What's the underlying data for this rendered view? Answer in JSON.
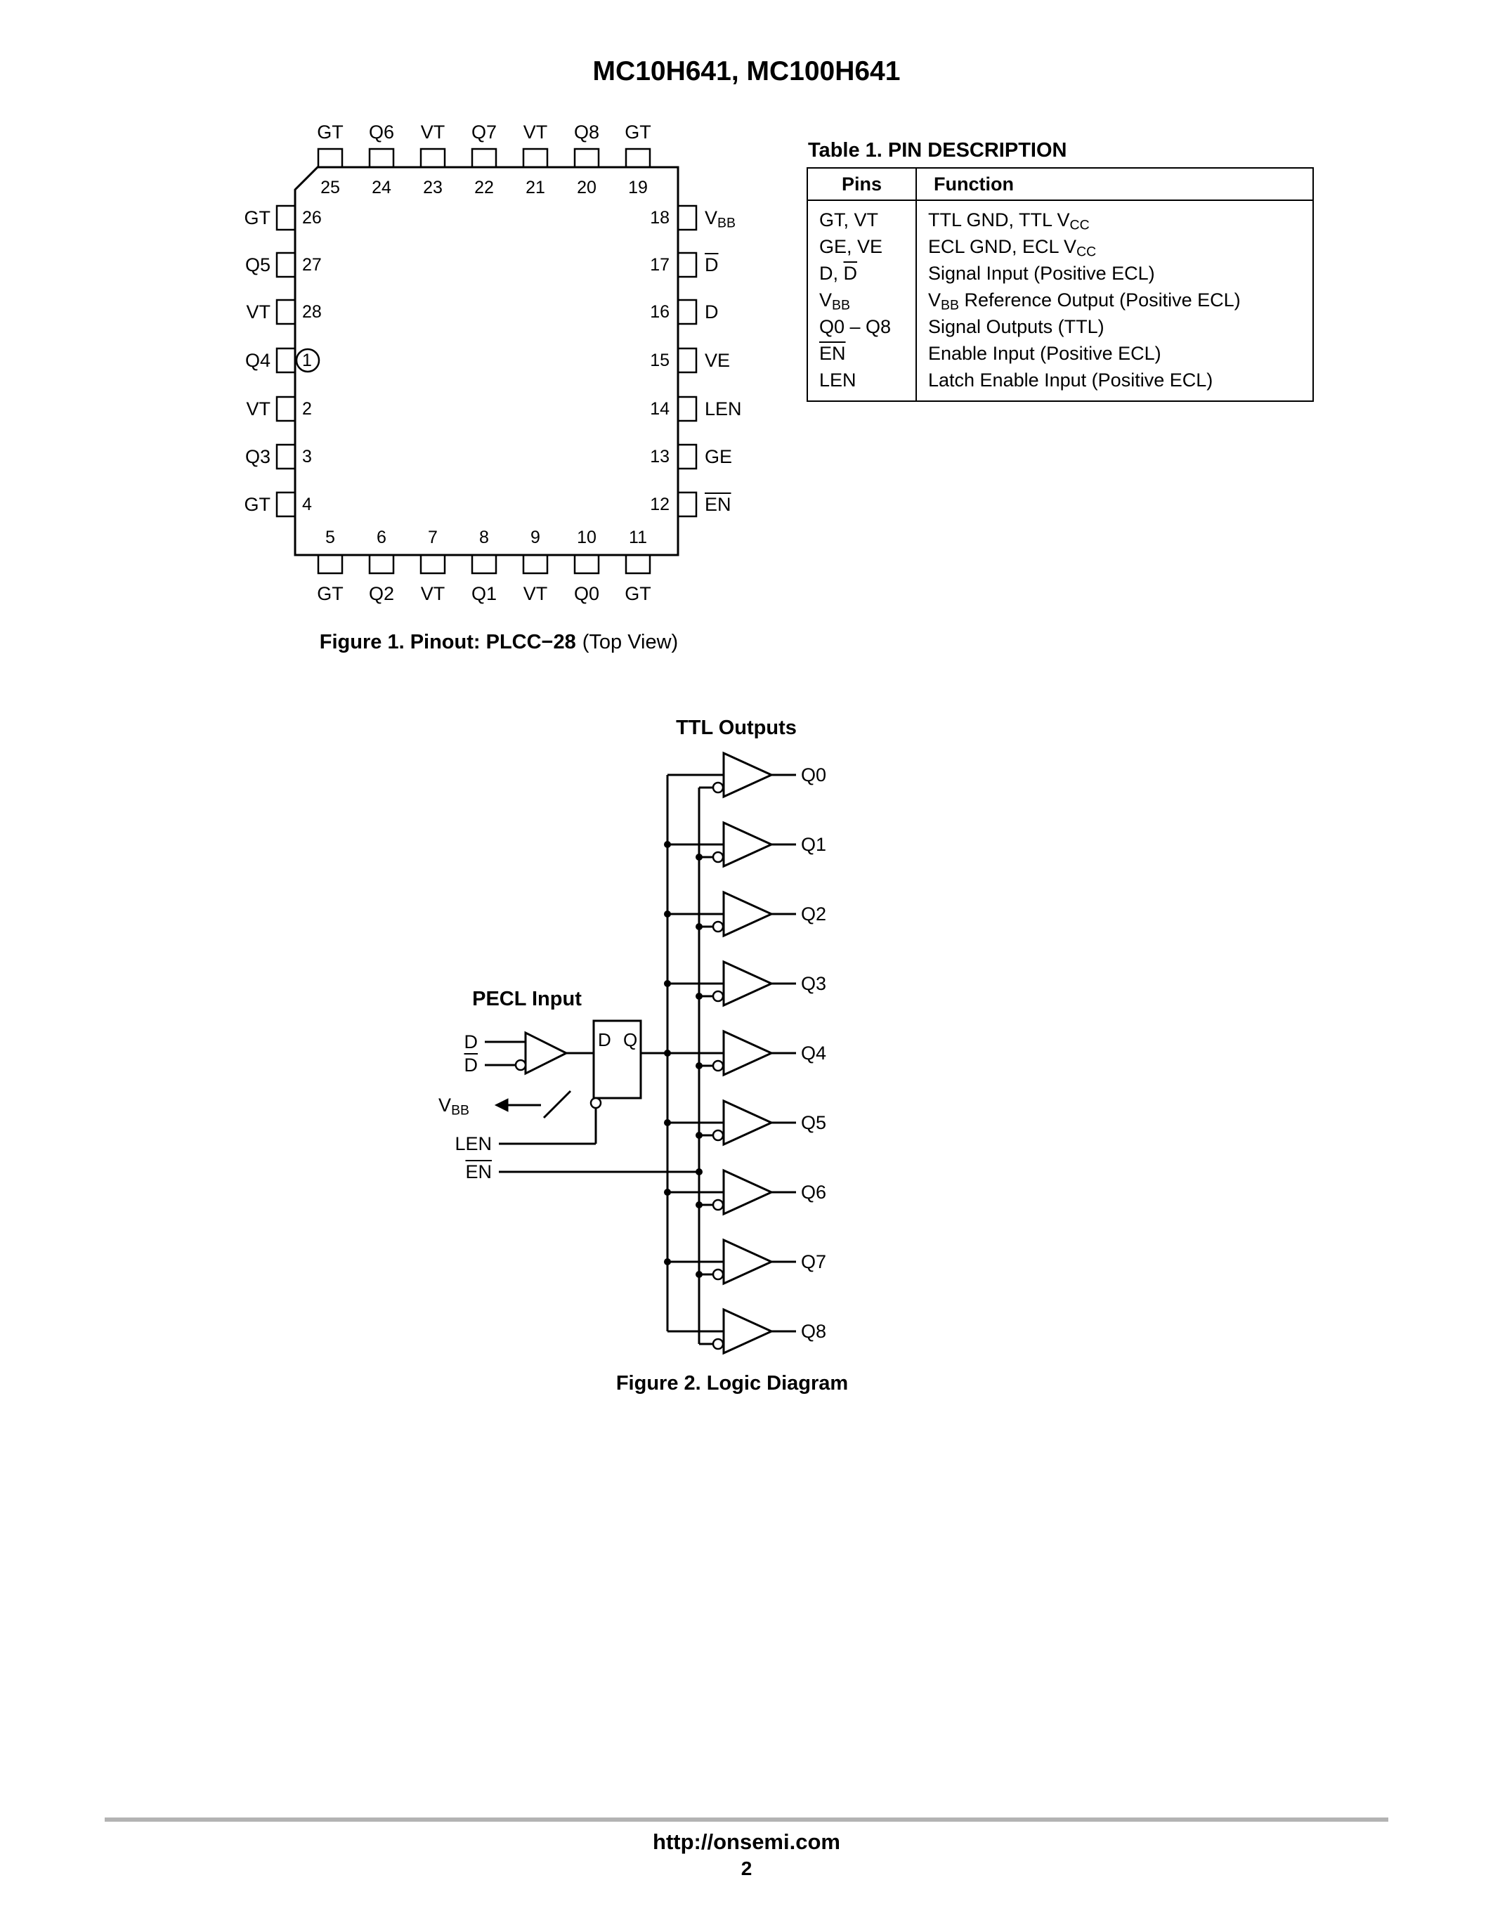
{
  "page": {
    "title": "MC10H641, MC100H641",
    "footer": {
      "url": "http://onsemi.com",
      "page_number": "2"
    }
  },
  "figure1": {
    "caption_bold": "Figure 1. Pinout: PLCC−28",
    "caption_normal": "(Top View)",
    "top_pins": [
      {
        "label": "GT",
        "num": "25"
      },
      {
        "label": "Q6",
        "num": "24"
      },
      {
        "label": "VT",
        "num": "23"
      },
      {
        "label": "Q7",
        "num": "22"
      },
      {
        "label": "VT",
        "num": "21"
      },
      {
        "label": "Q8",
        "num": "20"
      },
      {
        "label": "GT",
        "num": "19"
      }
    ],
    "left_pins": [
      {
        "label": "GT",
        "num": "26"
      },
      {
        "label": "Q5",
        "num": "27"
      },
      {
        "label": "VT",
        "num": "28"
      },
      {
        "label": "Q4",
        "num": "1"
      },
      {
        "label": "VT",
        "num": "2"
      },
      {
        "label": "Q3",
        "num": "3"
      },
      {
        "label": "GT",
        "num": "4"
      }
    ],
    "right_pins": [
      {
        "num": "18",
        "label": "V",
        "label_sub": "BB"
      },
      {
        "num": "17",
        "label": "D",
        "overline": true
      },
      {
        "num": "16",
        "label": "D"
      },
      {
        "num": "15",
        "label": "VE"
      },
      {
        "num": "14",
        "label": "LEN"
      },
      {
        "num": "13",
        "label": "GE"
      },
      {
        "num": "12",
        "label": "EN",
        "overline": true
      }
    ],
    "bottom_pins": [
      {
        "num": "5",
        "label": "GT"
      },
      {
        "num": "6",
        "label": "Q2"
      },
      {
        "num": "7",
        "label": "VT"
      },
      {
        "num": "8",
        "label": "Q1"
      },
      {
        "num": "9",
        "label": "VT"
      },
      {
        "num": "10",
        "label": "Q0"
      },
      {
        "num": "11",
        "label": "GT"
      }
    ]
  },
  "table1": {
    "title": "Table 1. PIN DESCRIPTION",
    "headers": {
      "pins": "Pins",
      "function": "Function"
    },
    "rows": [
      {
        "pins": "GT, VT",
        "func": "TTL GND, TTL V",
        "func_sub": "CC"
      },
      {
        "pins": "GE, VE",
        "func": "ECL GND, ECL V",
        "func_sub": "CC"
      },
      {
        "pins": "D, ",
        "pins_over": "D",
        "func": "Signal Input (Positive ECL)"
      },
      {
        "pins": "V",
        "pins_sub": "BB",
        "func": "V",
        "func_sub": "BB",
        "func_post": " Reference Output (Positive ECL)"
      },
      {
        "pins": "Q0 – Q8",
        "func": "Signal Outputs (TTL)"
      },
      {
        "pins_over": "EN",
        "func": "Enable Input (Positive ECL)"
      },
      {
        "pins": "LEN",
        "func": "Latch Enable Input (Positive ECL)"
      }
    ]
  },
  "figure2": {
    "ttl_outputs": "TTL Outputs",
    "pecl_input": "PECL Input",
    "caption": "Figure 2. Logic Diagram",
    "latch": {
      "d": "D",
      "q": "Q"
    },
    "inputs": {
      "d": "D",
      "d_bar": "D",
      "vbb": "V",
      "vbb_sub": "BB",
      "len": "LEN",
      "en": "EN"
    },
    "outputs": [
      "Q0",
      "Q1",
      "Q2",
      "Q3",
      "Q4",
      "Q5",
      "Q6",
      "Q7",
      "Q8"
    ]
  }
}
